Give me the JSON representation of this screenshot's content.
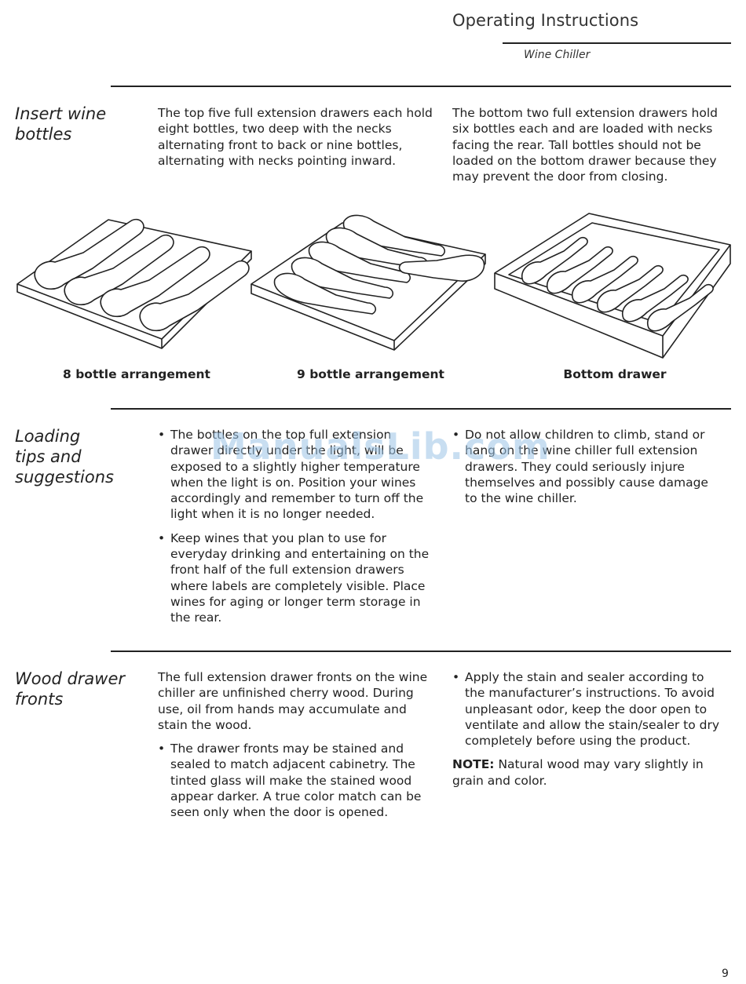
{
  "header": {
    "title": "Operating Instructions",
    "subtitle": "Wine Chiller"
  },
  "sections": {
    "insert": {
      "title": "Insert wine\nbottles",
      "col1": "The top five full extension drawers each hold eight bottles, two deep with the necks alternating front to back or nine bottles, alternating with necks pointing inward.",
      "col2": "The bottom two full extension drawers hold six bottles each and are loaded with necks facing the rear. Tall bottles should not be loaded on the bottom drawer because they may prevent the door from closing.",
      "captions": [
        "8 bottle arrangement",
        "9 bottle arrangement",
        "Bottom drawer"
      ]
    },
    "loading": {
      "title": "Loading\ntips and\nsuggestions",
      "col1_bullets": [
        "The bottles on the top full extension drawer directly under the light, will be exposed to a slightly higher temperature when the light is on. Position your wines accordingly and remember to turn off the light when it is no longer needed.",
        "Keep wines that you plan to use for everyday drinking and entertaining on the front half of the full extension drawers where labels are completely visible. Place wines for aging or longer term storage in the rear."
      ],
      "col2_bullets": [
        "Do not allow children to climb, stand or hang on the wine chiller full extension drawers. They could seriously injure themselves and possibly cause damage to the wine chiller."
      ]
    },
    "wood": {
      "title": "Wood drawer\nfronts",
      "col1_intro": "The full extension drawer fronts on the wine chiller are unfinished cherry wood. During use, oil from hands may accumulate and stain the wood.",
      "col1_bullets": [
        "The drawer fronts may be stained and sealed to match adjacent cabinetry. The tinted glass will make the stained wood appear darker. A true color match can be seen only when the door is opened."
      ],
      "col2_bullets": [
        "Apply the stain and sealer according to the manufacturer’s instructions. To avoid unpleasant odor, keep the door open to ventilate and allow the stain/sealer to dry completely before using the product."
      ],
      "note_label": "NOTE:",
      "note_text": " Natural wood may vary slightly in grain and color."
    }
  },
  "watermark": "ManualsLib.com",
  "page_number": "9"
}
